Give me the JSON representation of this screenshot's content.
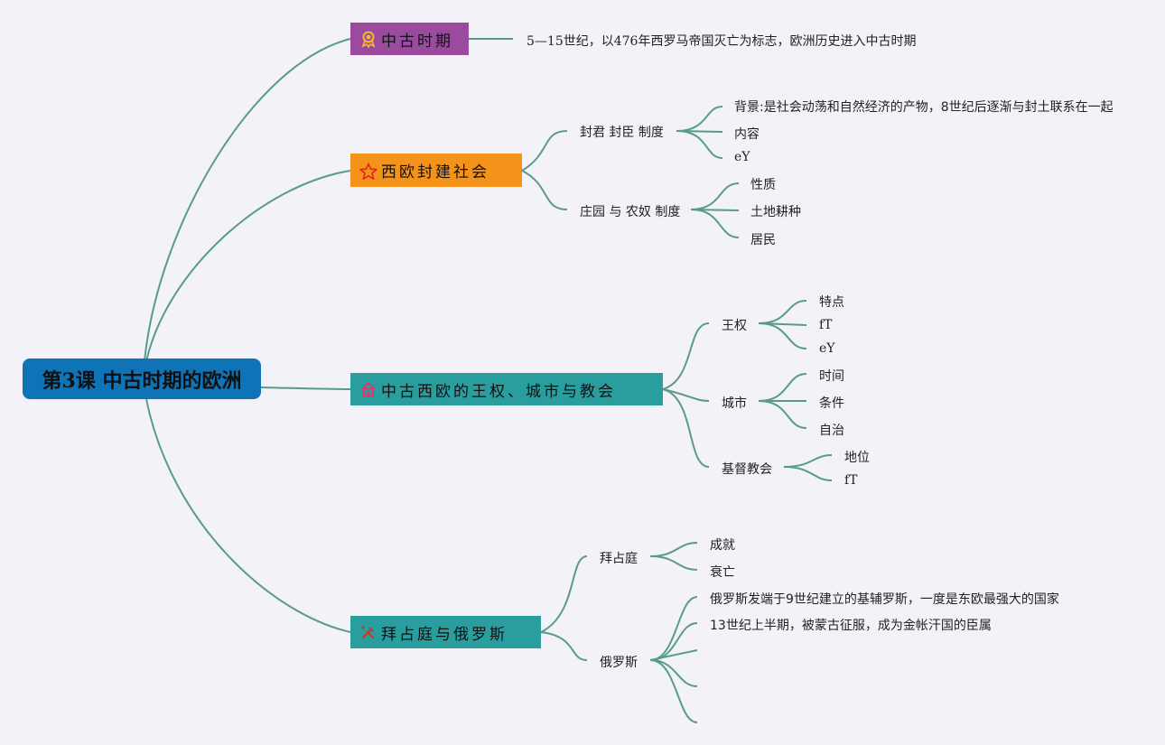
{
  "root": {
    "label": "第3课 中古时期的欧洲"
  },
  "branches": {
    "b1": {
      "label": "中古时期",
      "icon": "medal-icon",
      "color": "#9b4b9d",
      "note": "5—15世纪，以476年西罗马帝国灭亡为标志，欧洲历史进入中古时期"
    },
    "b2": {
      "label": "西欧封建社会",
      "icon": "star-icon",
      "color": "#f59219",
      "fengjun": {
        "label": "封君 封臣 制度",
        "items": [
          "背景:是社会动荡和自然经济的产物，8世纪后逐渐与封土联系在一起",
          "内容",
          "eY"
        ]
      },
      "zhuangyuan": {
        "label": "庄园 与 农奴 制度",
        "items": [
          "性质",
          "土地耕种",
          "居民"
        ]
      }
    },
    "b3": {
      "label": "中古西欧的王权、城市与教会",
      "icon": "house-icon",
      "color": "#2a9e9f",
      "wangquan": {
        "label": "王权",
        "items": [
          "特点",
          "fT",
          "eY"
        ]
      },
      "chengshi": {
        "label": "城市",
        "items": [
          "时间",
          "条件",
          "自治"
        ]
      },
      "jiaohui": {
        "label": "基督教会",
        "items": [
          "地位",
          "fT"
        ]
      }
    },
    "b4": {
      "label": "拜占庭与俄罗斯",
      "icon": "tools-icon",
      "color": "#2a9e9f",
      "baizhanting": {
        "label": "拜占庭",
        "items": [
          "成就",
          "衰亡"
        ]
      },
      "eluosi": {
        "label": "俄罗斯",
        "items": [
          "俄罗斯发端于9世纪建立的基辅罗斯，一度是东欧最强大的国家",
          "13世纪上半期，被蒙古征服，成为金帐汗国的臣属"
        ]
      }
    }
  }
}
